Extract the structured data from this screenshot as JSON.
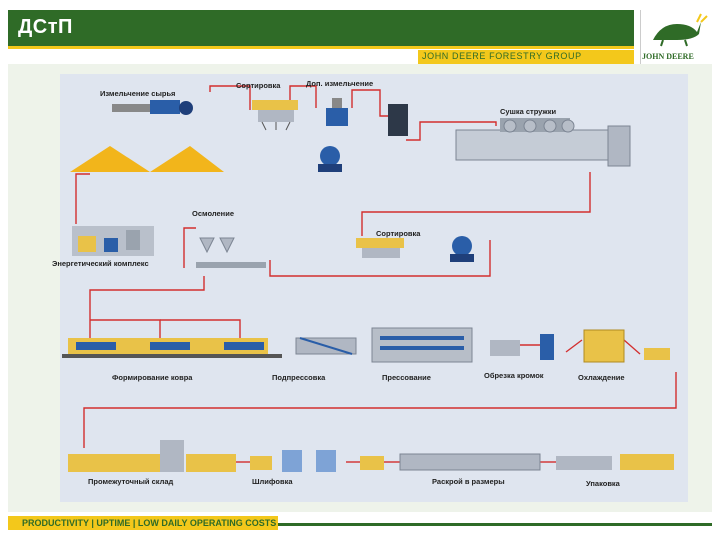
{
  "header": {
    "title": "ДСтП",
    "brand_band": "JOHN DEERE FORESTRY GROUP",
    "logo_text": "JOHN DEERE"
  },
  "diagram": {
    "stages": {
      "crushing": "Измельчение сырья",
      "sorting_top": "Сортировка",
      "additional_crushing": "Доп. измельчение",
      "drying": "Сушка стружки",
      "energy": "Энергетический комплекс",
      "resin": "Осмоление",
      "sorting_mid": "Сортировка",
      "forming": "Формирование ковра",
      "prepress": "Подпрессовка",
      "pressing": "Прессование",
      "edge_trim": "Обрезка кромок",
      "cooling": "Охлаждение",
      "storage": "Промежуточный склад",
      "sanding": "Шлифовка",
      "cutting": "Раскрой в размеры",
      "packing": "Упаковка"
    }
  },
  "footer": {
    "tagline": "PRODUCTIVITY | UPTIME | LOW DAILY OPERATING COSTS"
  },
  "colors": {
    "green": "#2f6b27",
    "yellow": "#f3c81b",
    "flow_line": "#d32f2f",
    "panel": "#dfe5ef"
  }
}
